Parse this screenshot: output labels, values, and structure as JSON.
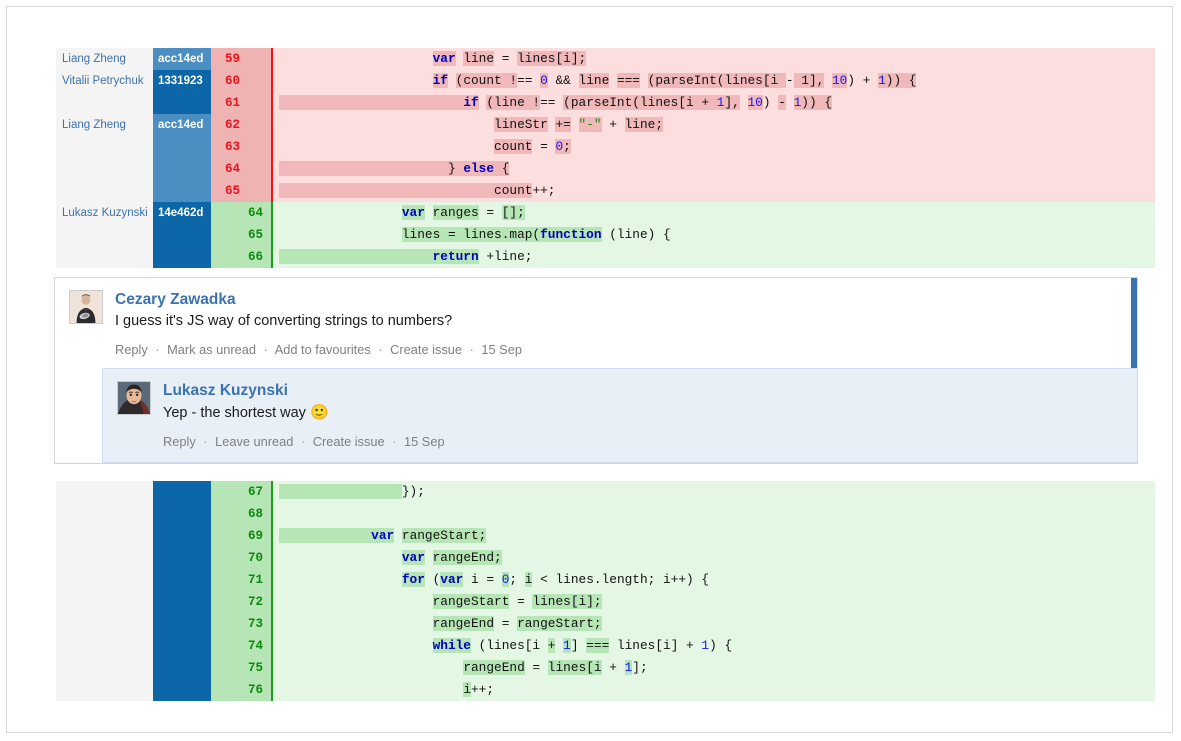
{
  "diff_top": {
    "rows": [
      {
        "blame": "Liang Zheng",
        "hash": "acc14ed",
        "hash_shade": "shade-a",
        "line": "59",
        "side": "del",
        "tokens": [
          {
            "t": "                    ",
            "c": "pl"
          },
          {
            "t": "var",
            "c": "kw",
            "hl": true
          },
          {
            "t": " ",
            "c": "pl"
          },
          {
            "t": "line",
            "c": "pl",
            "hl": true
          },
          {
            "t": " = ",
            "c": "pl"
          },
          {
            "t": "lines[i];",
            "c": "pl",
            "hl": true
          }
        ]
      },
      {
        "blame": "Vitalii Petrychuk",
        "hash": "1331923",
        "hash_shade": "shade-b",
        "line": "60",
        "side": "del",
        "tokens": [
          {
            "t": "                    ",
            "c": "pl"
          },
          {
            "t": "if",
            "c": "kw",
            "hl": true
          },
          {
            "t": " ",
            "c": "pl"
          },
          {
            "t": "(count !",
            "c": "pl",
            "hl": true
          },
          {
            "t": "== ",
            "c": "pl"
          },
          {
            "t": "0",
            "c": "num",
            "hl": true
          },
          {
            "t": " && ",
            "c": "pl"
          },
          {
            "t": "line",
            "c": "pl",
            "hl": true
          },
          {
            "t": " ",
            "c": "pl"
          },
          {
            "t": "===",
            "c": "pl",
            "hl": true
          },
          {
            "t": " ",
            "c": "pl"
          },
          {
            "t": "(parseInt(lines[i ",
            "c": "pl",
            "hl": true
          },
          {
            "t": "-",
            "c": "pl"
          },
          {
            "t": " 1],",
            "c": "pl",
            "hl": true
          },
          {
            "t": " ",
            "c": "pl"
          },
          {
            "t": "10",
            "c": "num",
            "hl": true
          },
          {
            "t": ") + ",
            "c": "pl"
          },
          {
            "t": "1",
            "c": "num",
            "hl": true
          },
          {
            "t": ")) {",
            "c": "pl",
            "hl": true
          }
        ]
      },
      {
        "blame": "",
        "hash": "",
        "hash_shade": "shade-b",
        "line": "61",
        "side": "del",
        "line_highlight": true,
        "tokens": [
          {
            "t": "                        ",
            "c": "pl",
            "hl": true
          },
          {
            "t": "if",
            "c": "kw",
            "hl": true
          },
          {
            "t": " ",
            "c": "pl"
          },
          {
            "t": "(line !",
            "c": "pl",
            "hl": true
          },
          {
            "t": "== ",
            "c": "pl"
          },
          {
            "t": "(parseInt(",
            "c": "pl",
            "hl": true
          },
          {
            "t": "lines[i + ",
            "c": "pl",
            "hl": true
          },
          {
            "t": "1",
            "c": "num",
            "hl": true
          },
          {
            "t": "],",
            "c": "pl",
            "hl": true
          },
          {
            "t": " ",
            "c": "pl"
          },
          {
            "t": "10",
            "c": "num",
            "hl": true
          },
          {
            "t": ") ",
            "c": "pl"
          },
          {
            "t": "-",
            "c": "pl",
            "hl": true
          },
          {
            "t": " ",
            "c": "pl"
          },
          {
            "t": "1",
            "c": "num",
            "hl": true
          },
          {
            "t": ")) {",
            "c": "pl",
            "hl": true
          }
        ]
      },
      {
        "blame": "Liang Zheng",
        "hash": "acc14ed",
        "hash_shade": "shade-a",
        "line": "62",
        "side": "del",
        "tokens": [
          {
            "t": "                            ",
            "c": "pl"
          },
          {
            "t": "lineStr",
            "c": "pl",
            "hl": true
          },
          {
            "t": " ",
            "c": "pl"
          },
          {
            "t": "+=",
            "c": "pl",
            "hl": true
          },
          {
            "t": " ",
            "c": "pl"
          },
          {
            "t": "\"-\"",
            "c": "str",
            "hl": true
          },
          {
            "t": " + ",
            "c": "pl"
          },
          {
            "t": "line;",
            "c": "pl",
            "hl": true
          }
        ]
      },
      {
        "blame": "",
        "hash": "",
        "hash_shade": "shade-a",
        "line": "63",
        "side": "del",
        "tokens": [
          {
            "t": "                            ",
            "c": "pl"
          },
          {
            "t": "count",
            "c": "pl",
            "hl": true
          },
          {
            "t": " = ",
            "c": "pl"
          },
          {
            "t": "0",
            "c": "num",
            "hl": true
          },
          {
            "t": ";",
            "c": "pl",
            "hl": true
          }
        ]
      },
      {
        "blame": "",
        "hash": "",
        "hash_shade": "shade-a",
        "line": "64",
        "side": "del",
        "line_highlight": true,
        "tokens": [
          {
            "t": "                      ",
            "c": "pl",
            "hl": true
          },
          {
            "t": "} ",
            "c": "pl",
            "hl": true
          },
          {
            "t": "else",
            "c": "kw",
            "hl": true
          },
          {
            "t": " {",
            "c": "pl",
            "hl": true
          }
        ]
      },
      {
        "blame": "",
        "hash": "",
        "hash_shade": "shade-a",
        "line": "65",
        "side": "del",
        "line_highlight": true,
        "tokens": [
          {
            "t": "                            ",
            "c": "pl",
            "hl": true
          },
          {
            "t": "count",
            "c": "pl",
            "hl": true
          },
          {
            "t": "++;",
            "c": "pl"
          }
        ]
      },
      {
        "blame": "Lukasz Kuzynski",
        "hash": "14e462d",
        "hash_shade": "shade-b",
        "line": "64",
        "side": "add",
        "tokens": [
          {
            "t": "                ",
            "c": "pl"
          },
          {
            "t": "var",
            "c": "kw",
            "hl": true
          },
          {
            "t": " ",
            "c": "pl"
          },
          {
            "t": "ranges",
            "c": "pl",
            "hl": true
          },
          {
            "t": " = ",
            "c": "pl"
          },
          {
            "t": "[];",
            "c": "pl",
            "hl": true
          }
        ]
      },
      {
        "blame": "",
        "hash": "",
        "hash_shade": "shade-b",
        "line": "65",
        "side": "add",
        "tokens": [
          {
            "t": "                ",
            "c": "pl"
          },
          {
            "t": "lines = lines.map(",
            "c": "pl",
            "hl": true
          },
          {
            "t": "function",
            "c": "kw",
            "hl": true
          },
          {
            "t": " (line) {",
            "c": "pl"
          }
        ]
      },
      {
        "blame": "",
        "hash": "",
        "hash_shade": "shade-b",
        "line": "66",
        "side": "add",
        "line_highlight": true,
        "tokens": [
          {
            "t": "                    ",
            "c": "pl",
            "hl": true
          },
          {
            "t": "return",
            "c": "kw",
            "hl": true
          },
          {
            "t": " +line;",
            "c": "pl"
          }
        ]
      }
    ]
  },
  "comments": {
    "root": {
      "author": "Cezary Zawadka",
      "text": "I guess it's JS way of converting strings to numbers?",
      "actions": [
        "Reply",
        "Mark as unread",
        "Add to favourites",
        "Create issue"
      ],
      "date": "15 Sep"
    },
    "reply": {
      "author": "Lukasz Kuzynski",
      "text": "Yep - the shortest way ",
      "emoji": "🙂",
      "actions": [
        "Reply",
        "Leave unread",
        "Create issue"
      ],
      "date": "15 Sep"
    },
    "separator": "·"
  },
  "diff_bottom": {
    "rows": [
      {
        "blame": "",
        "hash": "",
        "hash_shade": "empty",
        "line": "67",
        "side": "add",
        "line_highlight": true,
        "tokens": [
          {
            "t": "                ",
            "c": "pl",
            "hl": true
          },
          {
            "t": "});",
            "c": "pl"
          }
        ]
      },
      {
        "blame": "",
        "hash": "",
        "hash_shade": "empty",
        "line": "68",
        "side": "add",
        "tokens": [
          {
            "t": "",
            "c": "pl"
          }
        ]
      },
      {
        "blame": "",
        "hash": "",
        "hash_shade": "empty",
        "line": "69",
        "side": "add",
        "line_highlight": true,
        "tokens": [
          {
            "t": "            ",
            "c": "pl",
            "hl": true
          },
          {
            "t": "var",
            "c": "kw",
            "hl": true
          },
          {
            "t": " ",
            "c": "pl"
          },
          {
            "t": "rangeStart;",
            "c": "pl",
            "hl": true
          }
        ]
      },
      {
        "blame": "",
        "hash": "",
        "hash_shade": "empty",
        "line": "70",
        "side": "add",
        "tokens": [
          {
            "t": "                ",
            "c": "pl"
          },
          {
            "t": "var",
            "c": "kw",
            "hl": true
          },
          {
            "t": " ",
            "c": "pl"
          },
          {
            "t": "rangeEnd;",
            "c": "pl",
            "hl": true
          }
        ]
      },
      {
        "blame": "",
        "hash": "",
        "hash_shade": "empty",
        "line": "71",
        "side": "add",
        "tokens": [
          {
            "t": "                ",
            "c": "pl"
          },
          {
            "t": "for",
            "c": "kw",
            "hl": true
          },
          {
            "t": " (",
            "c": "pl"
          },
          {
            "t": "var",
            "c": "kw",
            "hl": true
          },
          {
            "t": " i = ",
            "c": "pl"
          },
          {
            "t": "0",
            "c": "num",
            "hl": true
          },
          {
            "t": "; ",
            "c": "pl"
          },
          {
            "t": "i",
            "c": "pl",
            "hl": true
          },
          {
            "t": " < lines.length; i++) {",
            "c": "pl"
          }
        ]
      },
      {
        "blame": "",
        "hash": "",
        "hash_shade": "empty",
        "line": "72",
        "side": "add",
        "tokens": [
          {
            "t": "                    ",
            "c": "pl"
          },
          {
            "t": "rangeStart",
            "c": "pl",
            "hl": true
          },
          {
            "t": " = ",
            "c": "pl"
          },
          {
            "t": "lines[i];",
            "c": "pl",
            "hl": true
          }
        ]
      },
      {
        "blame": "",
        "hash": "",
        "hash_shade": "empty",
        "line": "73",
        "side": "add",
        "tokens": [
          {
            "t": "                    ",
            "c": "pl"
          },
          {
            "t": "rangeEnd",
            "c": "pl",
            "hl": true
          },
          {
            "t": " = ",
            "c": "pl"
          },
          {
            "t": "rangeStart;",
            "c": "pl",
            "hl": true
          }
        ]
      },
      {
        "blame": "",
        "hash": "",
        "hash_shade": "empty",
        "line": "74",
        "side": "add",
        "tokens": [
          {
            "t": "                    ",
            "c": "pl"
          },
          {
            "t": "while",
            "c": "kw",
            "hl": true
          },
          {
            "t": " (lines[i ",
            "c": "pl"
          },
          {
            "t": "+",
            "c": "pl",
            "hl": true
          },
          {
            "t": " ",
            "c": "pl"
          },
          {
            "t": "1",
            "c": "num",
            "hl": true
          },
          {
            "t": "] ",
            "c": "pl"
          },
          {
            "t": "===",
            "c": "pl",
            "hl": true
          },
          {
            "t": " lines[i] + ",
            "c": "pl"
          },
          {
            "t": "1",
            "c": "num"
          },
          {
            "t": ") {",
            "c": "pl"
          }
        ]
      },
      {
        "blame": "",
        "hash": "",
        "hash_shade": "empty",
        "line": "75",
        "side": "add",
        "tokens": [
          {
            "t": "                        ",
            "c": "pl"
          },
          {
            "t": "rangeEnd",
            "c": "pl",
            "hl": true
          },
          {
            "t": " = ",
            "c": "pl"
          },
          {
            "t": "lines[i",
            "c": "pl",
            "hl": true
          },
          {
            "t": " + ",
            "c": "pl"
          },
          {
            "t": "1",
            "c": "num",
            "hl": true
          },
          {
            "t": "];",
            "c": "pl"
          }
        ]
      },
      {
        "blame": "",
        "hash": "",
        "hash_shade": "empty",
        "line": "76",
        "side": "add",
        "tokens": [
          {
            "t": "                        ",
            "c": "pl"
          },
          {
            "t": "i",
            "c": "pl",
            "hl": true
          },
          {
            "t": "++;",
            "c": "pl"
          }
        ]
      }
    ]
  }
}
